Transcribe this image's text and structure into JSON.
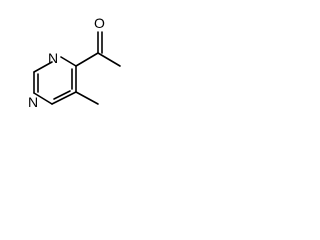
{
  "molecule": {
    "atom_labels": {
      "oxygen": "O",
      "nitrogen_top": "N",
      "nitrogen_bottom": "N"
    }
  }
}
